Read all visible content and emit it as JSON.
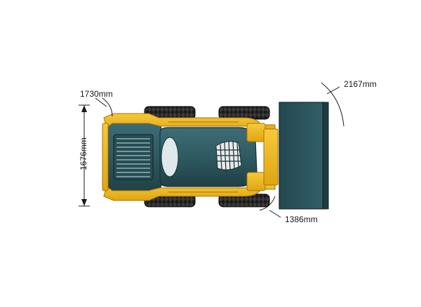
{
  "diagram": {
    "dimensions": {
      "overall_width": "1730mm",
      "bucket_width": "2167mm",
      "wheel_track": "1676mm",
      "wheelbase": "1386mm"
    },
    "colors": {
      "frame_yellow": "#f2b817",
      "frame_yellow_dark": "#c98a0c",
      "body_teal": "#2f5a62",
      "body_teal_dark": "#1f3f45",
      "tire_black": "#1b1b1b",
      "dimension_line": "#1a1a1a"
    }
  }
}
